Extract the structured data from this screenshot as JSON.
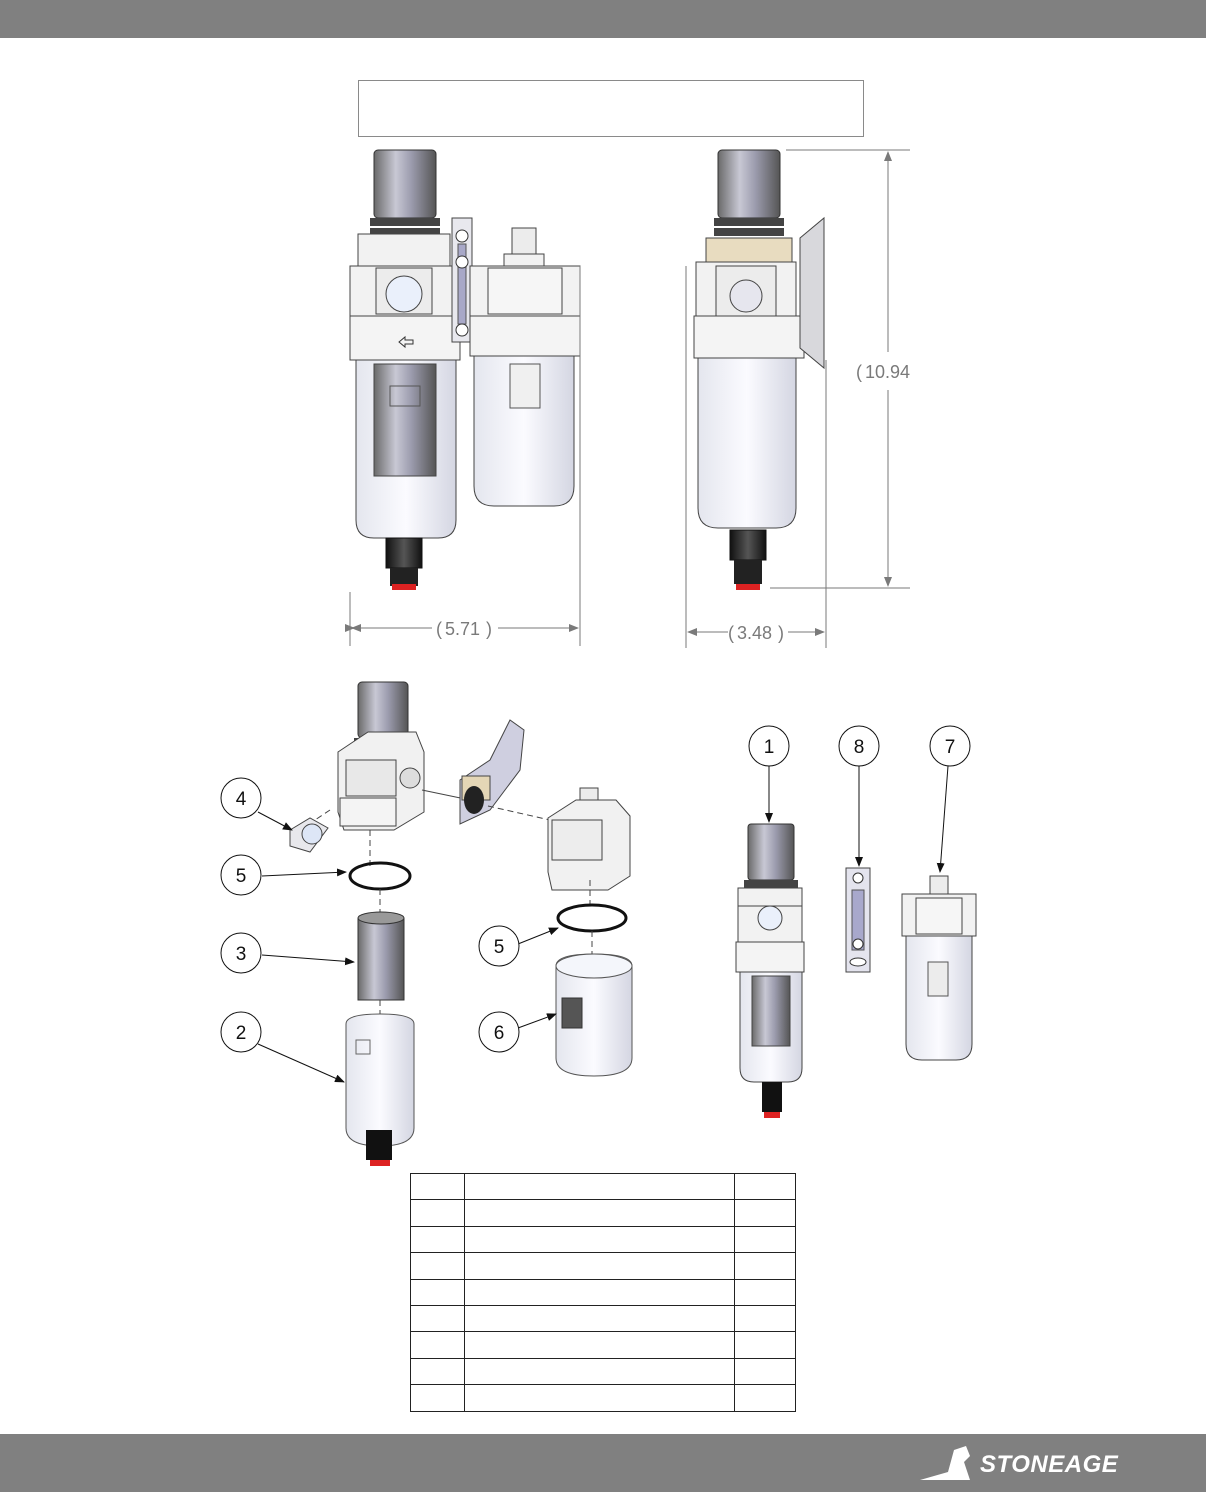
{
  "dimensions": {
    "width_front": "5.71",
    "width_side": "3.48",
    "height": "10.94"
  },
  "balloons": [
    "1",
    "2",
    "3",
    "4",
    "5",
    "5",
    "6",
    "7",
    "8"
  ],
  "parts_table": {
    "rows": 9
  },
  "brand": {
    "name": "STONEAGE",
    "color": "#ffffff"
  },
  "colors": {
    "bar": "#808080",
    "thread_red": "#dd2222"
  }
}
